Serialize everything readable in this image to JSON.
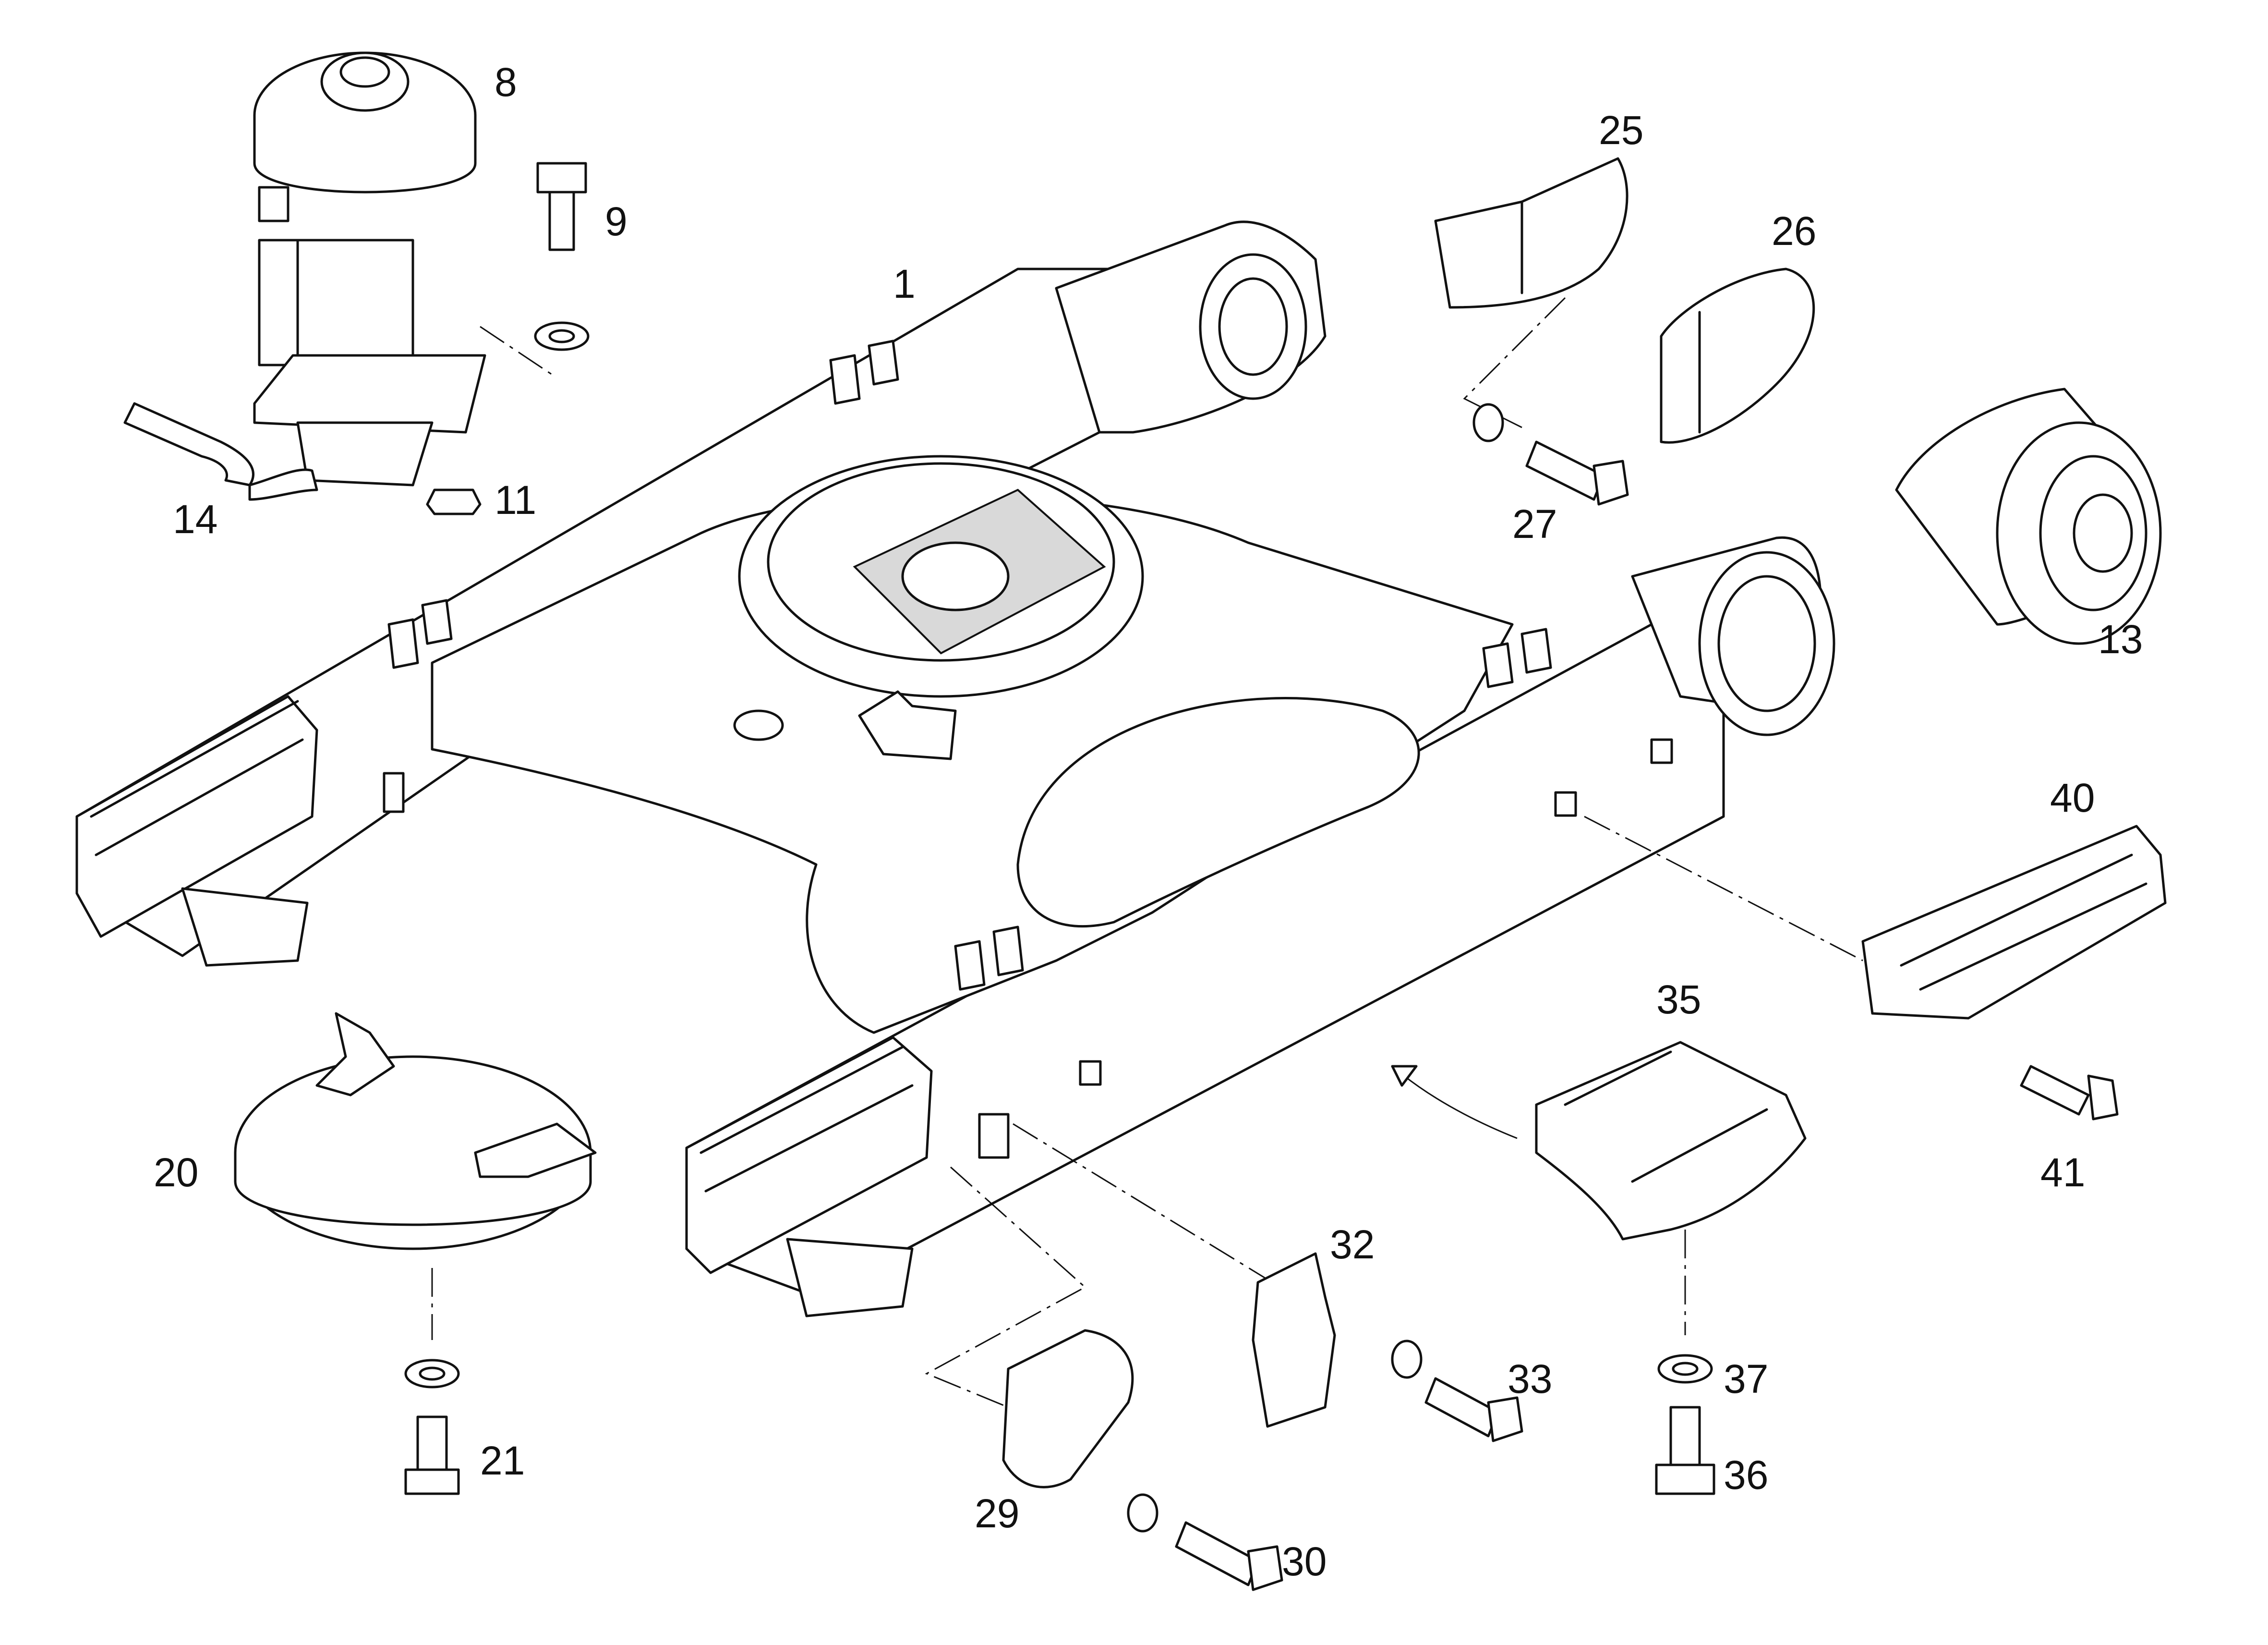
{
  "callouts": [
    {
      "id": "c1",
      "label": "1"
    },
    {
      "id": "c8",
      "label": "8"
    },
    {
      "id": "c9",
      "label": "9"
    },
    {
      "id": "c11",
      "label": "11"
    },
    {
      "id": "c13",
      "label": "13"
    },
    {
      "id": "c14",
      "label": "14"
    },
    {
      "id": "c20",
      "label": "20"
    },
    {
      "id": "c21",
      "label": "21"
    },
    {
      "id": "c25",
      "label": "25"
    },
    {
      "id": "c26",
      "label": "26"
    },
    {
      "id": "c27",
      "label": "27"
    },
    {
      "id": "c29",
      "label": "29"
    },
    {
      "id": "c30",
      "label": "30"
    },
    {
      "id": "c32",
      "label": "32"
    },
    {
      "id": "c33",
      "label": "33"
    },
    {
      "id": "c35",
      "label": "35"
    },
    {
      "id": "c36",
      "label": "36"
    },
    {
      "id": "c37",
      "label": "37"
    },
    {
      "id": "c40",
      "label": "40"
    },
    {
      "id": "c41",
      "label": "41"
    }
  ]
}
